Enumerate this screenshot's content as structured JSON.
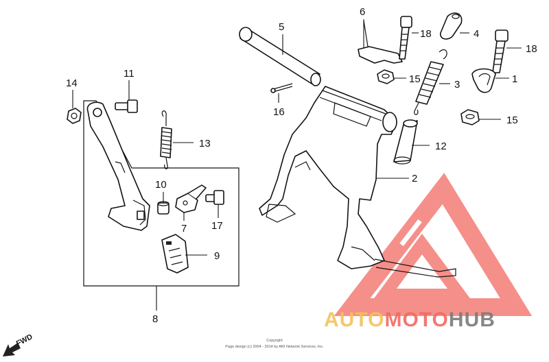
{
  "callouts": [
    {
      "id": "c1",
      "text": "1"
    },
    {
      "id": "c2",
      "text": "2"
    },
    {
      "id": "c3",
      "text": "3"
    },
    {
      "id": "c4",
      "text": "4"
    },
    {
      "id": "c5",
      "text": "5"
    },
    {
      "id": "c6",
      "text": "6"
    },
    {
      "id": "c7",
      "text": "7"
    },
    {
      "id": "c8",
      "text": "8"
    },
    {
      "id": "c9",
      "text": "9"
    },
    {
      "id": "c10",
      "text": "10"
    },
    {
      "id": "c11",
      "text": "11"
    },
    {
      "id": "c12",
      "text": "12"
    },
    {
      "id": "c13",
      "text": "13"
    },
    {
      "id": "c14",
      "text": "14"
    },
    {
      "id": "c15a",
      "text": "15"
    },
    {
      "id": "c15b",
      "text": "15"
    },
    {
      "id": "c16",
      "text": "16"
    },
    {
      "id": "c17",
      "text": "17"
    },
    {
      "id": "c18a",
      "text": "18"
    },
    {
      "id": "c18b",
      "text": "18"
    }
  ],
  "direction_label": "FWD",
  "copyright": {
    "line1": "Copyright",
    "line2": "Page design (c) 2004 - 2014 by ARI Network Services, Inc."
  },
  "watermark": {
    "part1": "AUTO",
    "part2": "MOTO",
    "part3": "HUB",
    "color_light": "#f4c15a",
    "color_red": "#f26a62",
    "color_dark": "#7b7b7b"
  }
}
